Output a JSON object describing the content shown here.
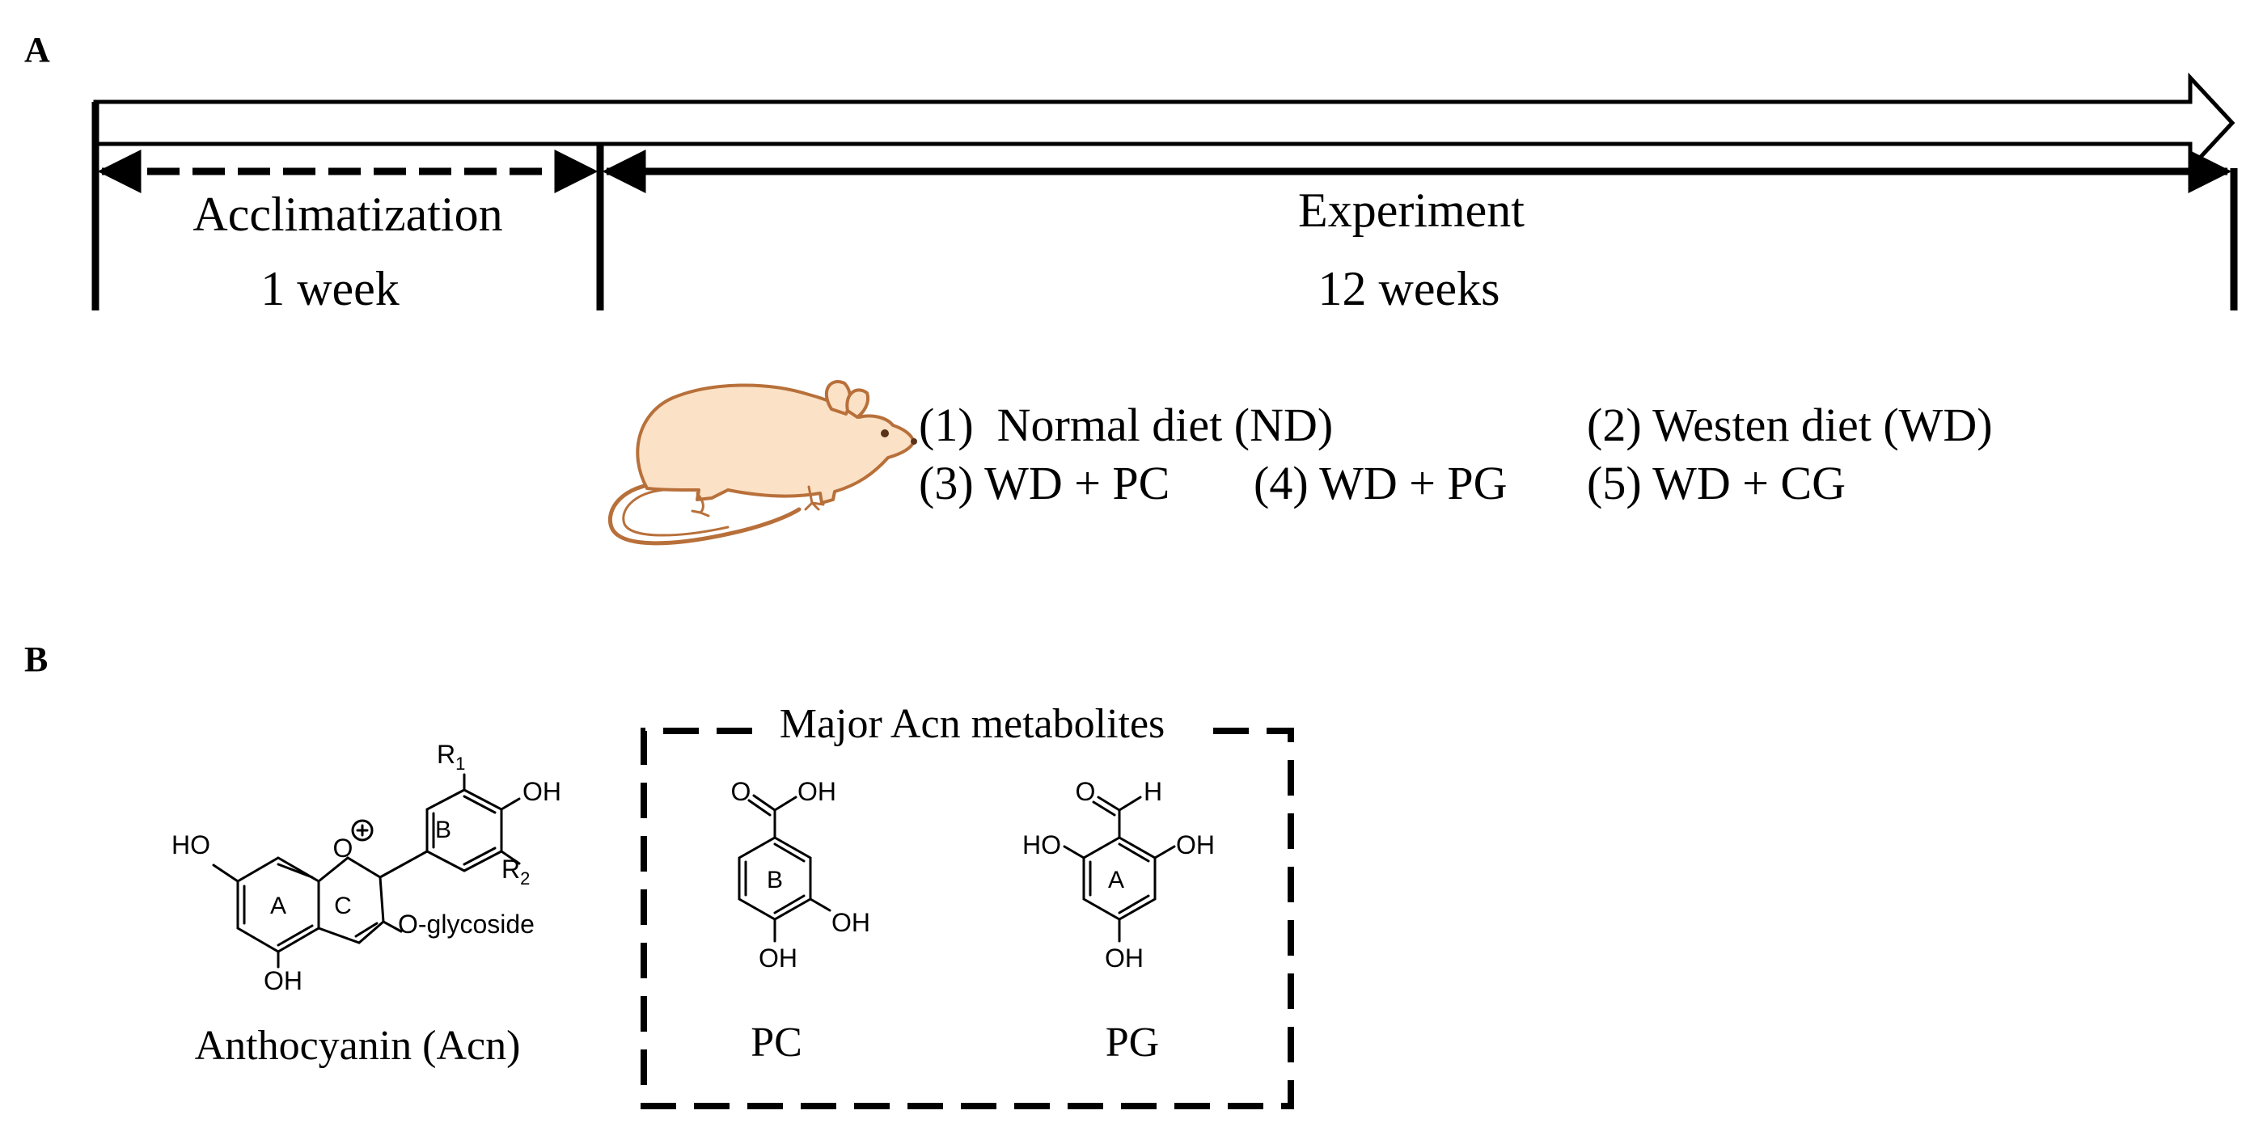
{
  "panels": {
    "a": "A",
    "b": "B"
  },
  "timeline": {
    "phase1": {
      "title": "Acclimatization",
      "duration": "1 week"
    },
    "phase2": {
      "title": "Experiment",
      "duration": "12 weeks"
    }
  },
  "groups": [
    "(1)  Normal diet (ND)",
    "(2) Westen diet (WD)",
    "(3) WD + PC",
    "(4) WD + PG",
    "(5) WD + CG"
  ],
  "structures": {
    "anthocyanin": {
      "caption": "Anthocyanin (Acn)",
      "atoms": {
        "ho_left": "HO",
        "oh_bottom": "OH",
        "o_plus": "O",
        "oh_b": "OH",
        "r1": "R",
        "r1_sub": "1",
        "r2": "R",
        "r2_sub": "2",
        "glycoside": "O-glycoside"
      },
      "rings": {
        "a": "A",
        "b": "B",
        "c": "C"
      }
    },
    "box_title": "Major Acn metabolites",
    "pc": {
      "caption": "PC",
      "atoms": {
        "o": "O",
        "oh_acid": "OH",
        "oh_meta": "OH",
        "oh_para": "OH"
      },
      "ring": "B"
    },
    "pg": {
      "caption": "PG",
      "atoms": {
        "o": "O",
        "h": "H",
        "ho_left": "HO",
        "oh_right": "OH",
        "oh_bottom": "OH"
      },
      "ring": "A"
    }
  },
  "colors": {
    "ink": "#000000",
    "mouse_fill": "#fbe1c6",
    "mouse_stroke": "#b8703a"
  }
}
